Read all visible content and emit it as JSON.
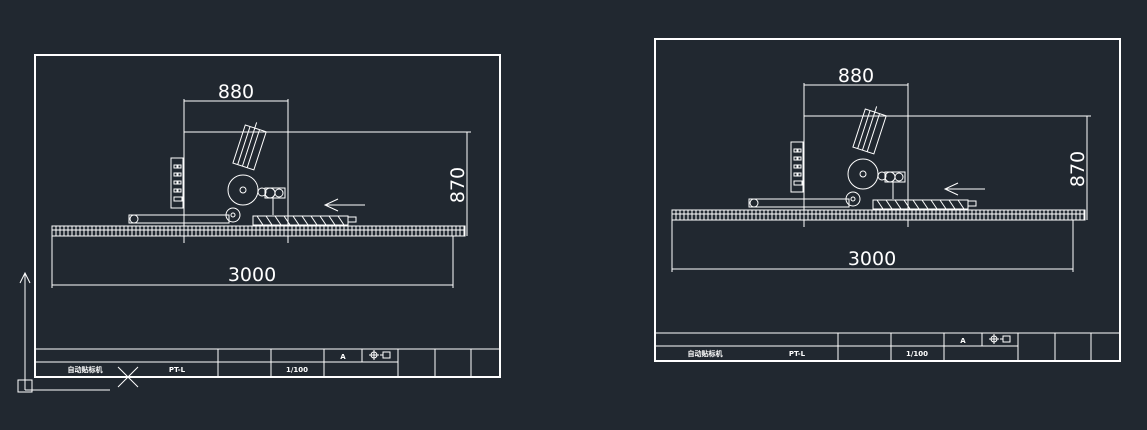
{
  "drawings": [
    {
      "dimensions": {
        "width_top": "880",
        "height_right": "870",
        "overall_length": "3000"
      },
      "title_block": {
        "name": "自动贴标机",
        "model": "PT-L",
        "scale": "1/100",
        "sheet_size": "A"
      }
    },
    {
      "dimensions": {
        "width_top": "880",
        "height_right": "870",
        "overall_length": "3000"
      },
      "title_block": {
        "name": "自动贴标机",
        "model": "PT-L",
        "scale": "1/100",
        "sheet_size": "A"
      }
    }
  ],
  "colors": {
    "background": "#212830",
    "lines": "#ffffff"
  },
  "icons": [
    "ucs-icon",
    "crosshair-cursor-icon",
    "projection-symbol-icon",
    "feed-direction-arrow-icon"
  ]
}
